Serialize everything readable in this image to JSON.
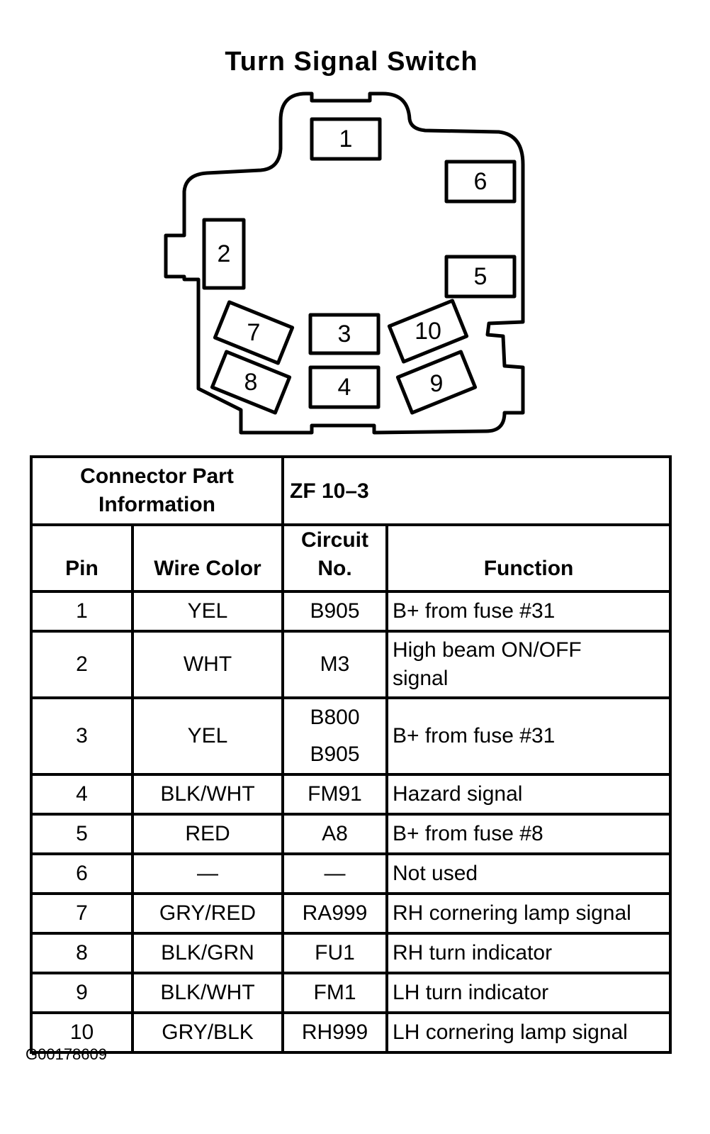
{
  "title": "Turn Signal Switch",
  "connector": {
    "pins": [
      "1",
      "2",
      "3",
      "4",
      "5",
      "6",
      "7",
      "8",
      "9",
      "10"
    ]
  },
  "table": {
    "part_info_label_line1": "Connector Part",
    "part_info_label_line2": "Information",
    "part_info_value": "ZF 10–3",
    "headers": {
      "pin": "Pin",
      "wire_color": "Wire Color",
      "circuit_line1": "Circuit",
      "circuit_line2": "No.",
      "function": "Function"
    },
    "rows": [
      {
        "pin": "1",
        "wire": "YEL",
        "circuit": [
          "B905"
        ],
        "function": [
          "B+ from fuse #31"
        ]
      },
      {
        "pin": "2",
        "wire": "WHT",
        "circuit": [
          "M3"
        ],
        "function": [
          "High beam ON/OFF",
          "signal"
        ]
      },
      {
        "pin": "3",
        "wire": "YEL",
        "circuit": [
          "B800",
          "B905"
        ],
        "function": [
          "B+ from fuse #31"
        ]
      },
      {
        "pin": "4",
        "wire": "BLK/WHT",
        "circuit": [
          "FM91"
        ],
        "function": [
          "Hazard signal"
        ]
      },
      {
        "pin": "5",
        "wire": "RED",
        "circuit": [
          "A8"
        ],
        "function": [
          "B+ from fuse #8"
        ]
      },
      {
        "pin": "6",
        "wire": "—",
        "circuit": [
          "—"
        ],
        "function": [
          "Not used"
        ]
      },
      {
        "pin": "7",
        "wire": "GRY/RED",
        "circuit": [
          "RA999"
        ],
        "function": [
          "RH cornering lamp signal"
        ]
      },
      {
        "pin": "8",
        "wire": "BLK/GRN",
        "circuit": [
          "FU1"
        ],
        "function": [
          "RH turn indicator"
        ]
      },
      {
        "pin": "9",
        "wire": "BLK/WHT",
        "circuit": [
          "FM1"
        ],
        "function": [
          "LH turn indicator"
        ]
      },
      {
        "pin": "10",
        "wire": "GRY/BLK",
        "circuit": [
          "RH999"
        ],
        "function": [
          "LH cornering lamp signal"
        ]
      }
    ]
  },
  "figure_id": "G00178609"
}
